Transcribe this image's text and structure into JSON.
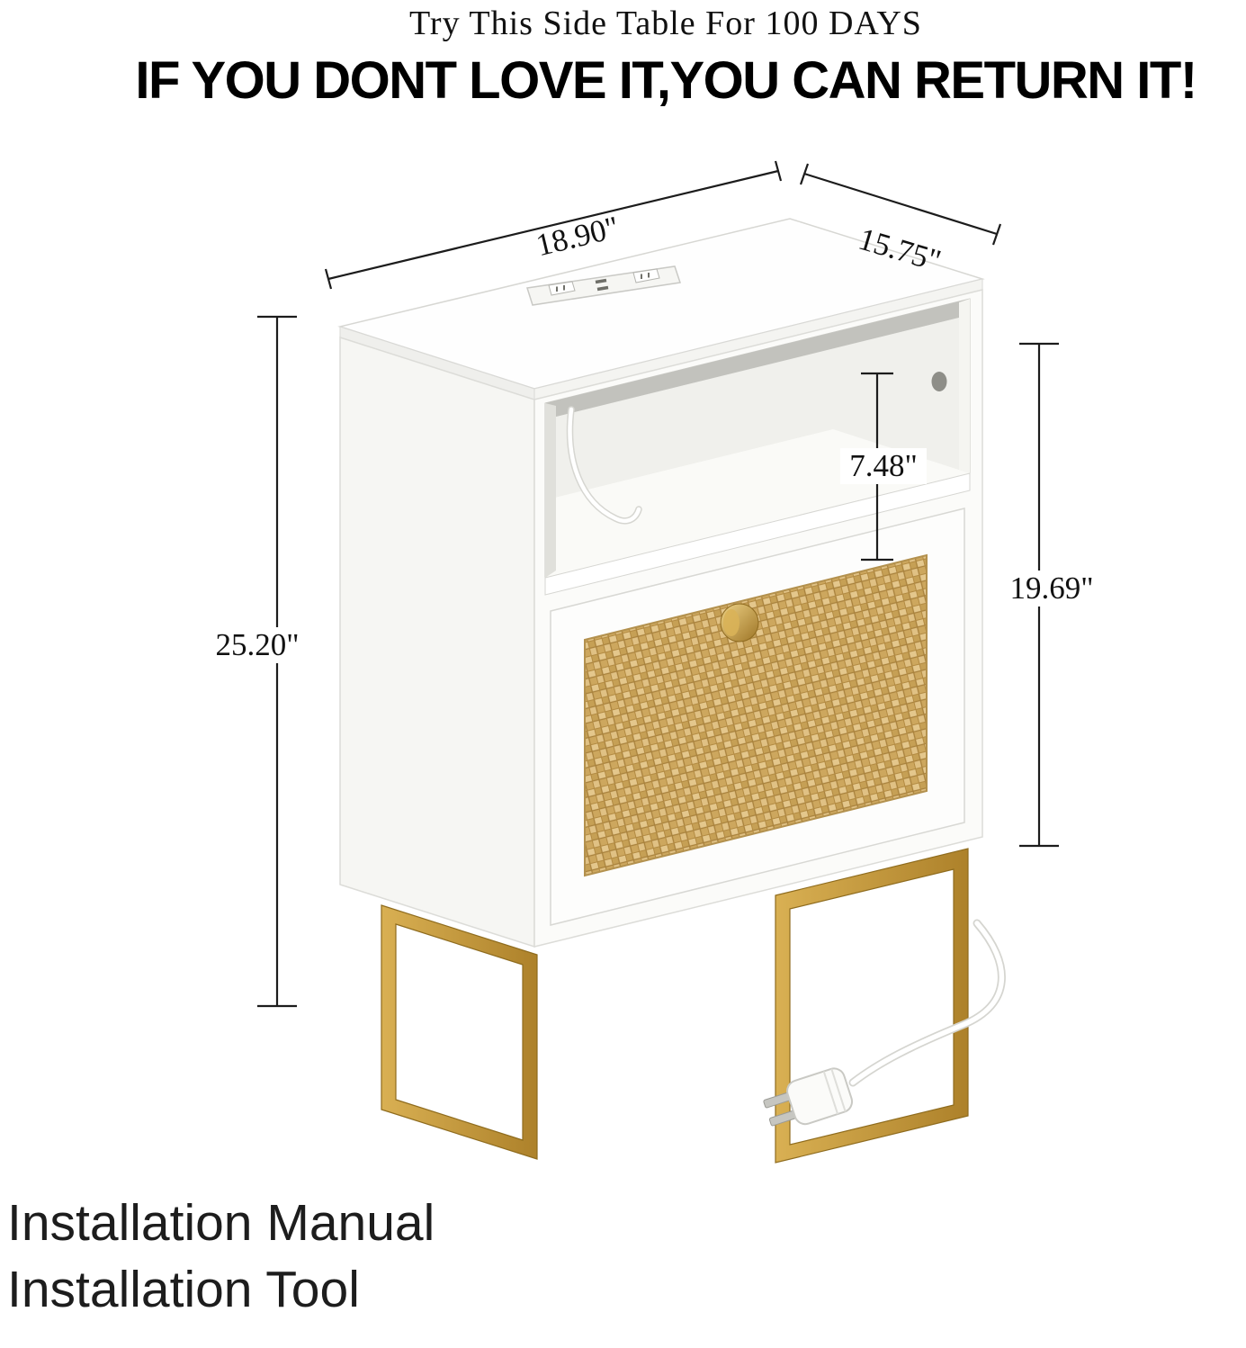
{
  "header": {
    "tagline": "Try This Side Table For 100 DAYS",
    "headline": "IF YOU DONT LOVE IT,YOU CAN RETURN IT!"
  },
  "dimensions": {
    "width": "18.90\"",
    "depth": "15.75\"",
    "opening_height": "7.48\"",
    "cabinet_height": "19.69\"",
    "overall_height": "25.20\""
  },
  "footer": {
    "line1": "Installation Manual",
    "line2": "Installation Tool"
  },
  "colors": {
    "line": "#1C1C1C",
    "gold": "#C49738",
    "rattan_base": "#D9B878",
    "background": "#FFFFFF"
  }
}
